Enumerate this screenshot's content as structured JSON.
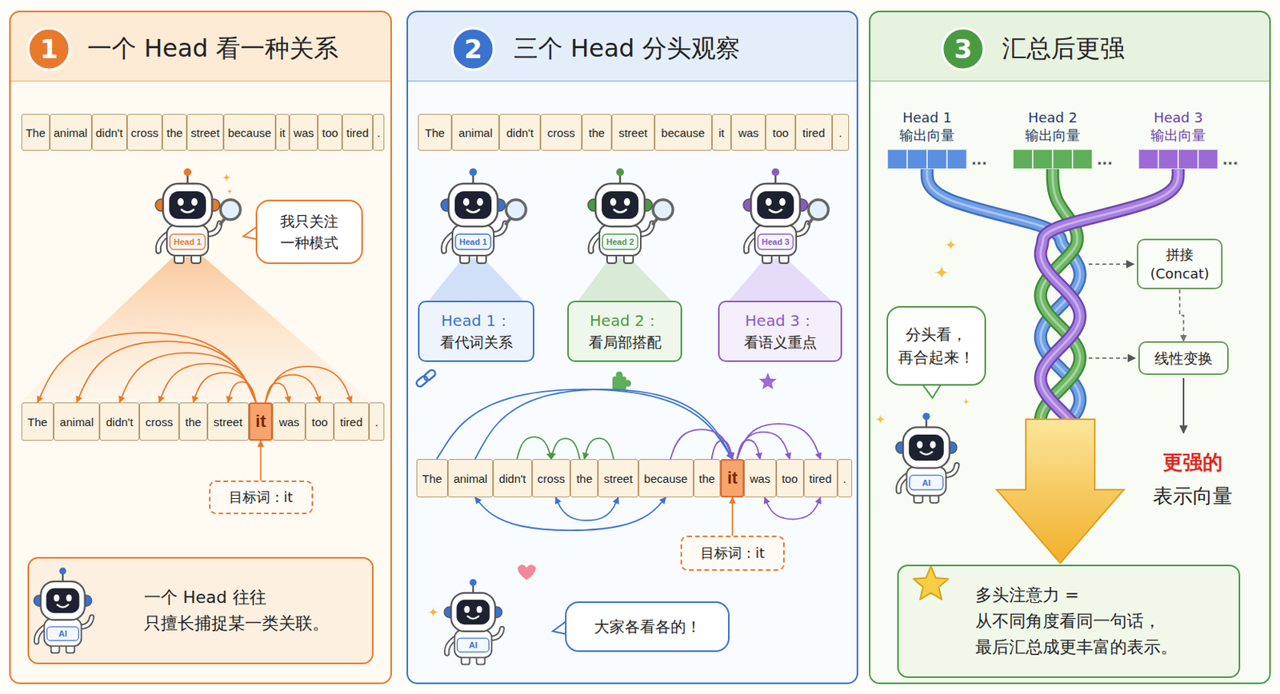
{
  "diagram": {
    "nodes": [
      {
        "text": [
          "一个 Head 看一种关系"
        ]
      },
      {
        "text": [
          "The"
        ],
        "in": 0
      },
      {
        "text": [
          "animal"
        ],
        "in": 0
      },
      {
        "text": [
          "didn't"
        ],
        "in": 0
      },
      {
        "text": [
          "cross"
        ],
        "in": 0
      },
      {
        "text": [
          "the"
        ],
        "in": 0
      },
      {
        "text": [
          "street"
        ],
        "in": 0
      },
      {
        "text": [
          "because"
        ],
        "in": 0
      },
      {
        "text": [
          "it"
        ],
        "in": 0
      },
      {
        "text": [
          "was"
        ],
        "in": 0
      },
      {
        "text": [
          "too"
        ],
        "in": 0
      },
      {
        "text": [
          "tired"
        ],
        "in": 0
      },
      {
        "text": [
          "."
        ],
        "in": 0
      },
      {
        "text": [
          "我只关注 一种模式"
        ],
        "in": 0
      },
      {
        "text": [
          "The"
        ],
        "in": 0
      },
      {
        "text": [
          "animal"
        ],
        "in": 0
      },
      {
        "text": [
          "didn't"
        ],
        "in": 0
      },
      {
        "text": [
          "cross"
        ],
        "in": 0
      },
      {
        "text": [
          "the"
        ],
        "in": 0
      },
      {
        "text": [
          "street"
        ],
        "in": 0
      },
      {
        "text": [
          "it"
        ],
        "in": 0
      },
      {
        "text": [
          "was"
        ],
        "in": 0
      },
      {
        "text": [
          "too"
        ],
        "in": 0
      },
      {
        "text": [
          "tired"
        ],
        "in": 0
      },
      {
        "text": [
          "."
        ],
        "in": 0
      },
      {
        "text": [
          "目标词：it"
        ],
        "in": 0
      },
      {
        "text": [
          "一个 Head 往往 只擅长捕捉某一类关联。"
        ],
        "in": 0
      },
      {
        "text": [
          "三个 Head 分头观察"
        ]
      },
      {
        "text": [
          "The"
        ],
        "in": 27
      },
      {
        "text": [
          "animal"
        ],
        "in": 27
      },
      {
        "text": [
          "didn't"
        ],
        "in": 27
      },
      {
        "text": [
          "cross"
        ],
        "in": 27
      },
      {
        "text": [
          "the"
        ],
        "in": 27
      },
      {
        "text": [
          "street"
        ],
        "in": 27
      },
      {
        "text": [
          "because"
        ],
        "in": 27
      },
      {
        "text": [
          "it"
        ],
        "in": 27
      },
      {
        "text": [
          "was"
        ],
        "in": 27
      },
      {
        "text": [
          "too"
        ],
        "in": 27
      },
      {
        "text": [
          "tired"
        ],
        "in": 27
      },
      {
        "text": [
          "."
        ],
        "in": 27
      },
      {
        "text": [
          "Head 1：",
          "看代词关系"
        ],
        "in": 27
      },
      {
        "text": [
          "Head 2：",
          "看局部搭配"
        ],
        "in": 27
      },
      {
        "text": [
          "Head 3：",
          "看语义重点"
        ],
        "in": 27
      },
      {
        "text": [
          "The"
        ],
        "in": 27
      },
      {
        "text": [
          "animal"
        ],
        "in": 27
      },
      {
        "text": [
          "didn't"
        ],
        "in": 27
      },
      {
        "text": [
          "cross"
        ],
        "in": 27
      },
      {
        "text": [
          "the"
        ],
        "in": 27
      },
      {
        "text": [
          "street"
        ],
        "in": 27
      },
      {
        "text": [
          "because"
        ],
        "in": 27
      },
      {
        "text": [
          "the"
        ],
        "in": 27
      },
      {
        "text": [
          "it"
        ],
        "in": 27
      },
      {
        "text": [
          "was"
        ],
        "in": 27
      },
      {
        "text": [
          "too"
        ],
        "in": 27
      },
      {
        "text": [
          "tired"
        ],
        "in": 27
      },
      {
        "text": [
          "."
        ],
        "in": 27
      },
      {
        "text": [
          "目标词：it"
        ],
        "in": 27
      },
      {
        "text": [
          "大家各看各的！"
        ],
        "in": 27
      },
      {
        "text": [
          "汇总后更强"
        ]
      },
      {
        "text": [
          "Head 1 输出向量"
        ],
        "in": 58
      },
      {
        "text": [
          "Head 2 输出向量"
        ],
        "in": 58
      },
      {
        "text": [
          "Head 3 输出向量"
        ],
        "in": 58
      },
      {
        "text": [
          "拼接 (Concat)"
        ],
        "in": 58
      },
      {
        "text": [
          "分头看， 再合起来！"
        ],
        "in": 58
      },
      {
        "text": [
          "线性变换"
        ],
        "in": 58
      },
      {
        "text": [
          "多头注意力 = 从不同角度看同一句话， 最后汇总成更丰富的表示。"
        ],
        "in": 58
      }
    ],
    "edges": [
      {
        "from": 20,
        "to": 14,
        "arrow": "to"
      },
      {
        "from": 20,
        "to": 15,
        "arrow": "to"
      },
      {
        "from": 20,
        "to": 16,
        "arrow": "to"
      },
      {
        "from": 20,
        "to": 17,
        "arrow": "to"
      },
      {
        "from": 20,
        "to": 18,
        "arrow": "to"
      },
      {
        "from": 20,
        "to": 19,
        "arrow": "to"
      },
      {
        "from": 20,
        "to": 21,
        "arrow": "to"
      },
      {
        "from": 20,
        "to": 22,
        "arrow": "to"
      },
      {
        "from": 20,
        "to": 23,
        "arrow": "to"
      },
      {
        "from": 25,
        "to": 20,
        "arrow": "to"
      },
      {
        "from": 43,
        "to": 51,
        "arrow": "to"
      },
      {
        "from": 44,
        "to": 51,
        "arrow": "to"
      },
      {
        "from": 45,
        "to": 46,
        "arrow": "to"
      },
      {
        "from": 47,
        "to": 46,
        "arrow": "to"
      },
      {
        "from": 48,
        "to": 47,
        "arrow": "to"
      },
      {
        "from": 49,
        "to": 51,
        "arrow": "to"
      },
      {
        "from": 50,
        "to": 51,
        "arrow": "to"
      },
      {
        "from": 51,
        "to": 52,
        "arrow": "to"
      },
      {
        "from": 51,
        "to": 53,
        "arrow": "to"
      },
      {
        "from": 51,
        "to": 54,
        "arrow": "to"
      },
      {
        "from": 44,
        "to": 49,
        "arrow": "both"
      },
      {
        "from": 46,
        "to": 48,
        "arrow": "both"
      },
      {
        "from": 52,
        "to": 54,
        "arrow": "both"
      },
      {
        "from": 56,
        "to": 51,
        "arrow": "to"
      },
      {
        "from": 62,
        "to": 64,
        "arrow": "to"
      }
    ],
    "labels": [
      "1",
      "Head 1",
      "AI",
      "2",
      "Head 1",
      "Head 2",
      "Head 3",
      "AI",
      "3",
      "...",
      "...",
      "...",
      "更强的",
      "表示向量",
      "AI"
    ]
  }
}
